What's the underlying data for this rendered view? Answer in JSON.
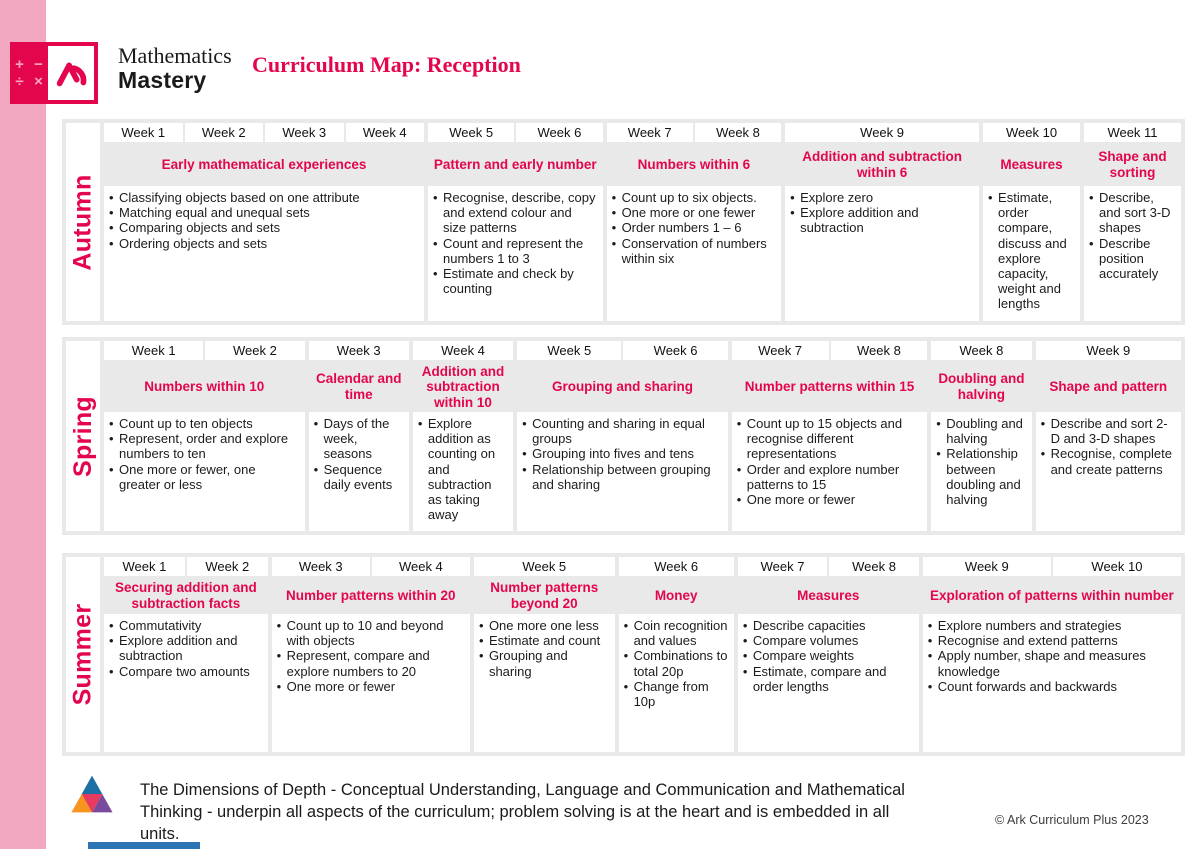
{
  "header": {
    "logo": {
      "plus": "+",
      "minus": "−",
      "divide": "÷",
      "multiply": "×",
      "mark": "mathematics-mastery-mark"
    },
    "brand_line1": "Mathematics",
    "brand_line2": "Mastery",
    "title": "Curriculum Map: Reception"
  },
  "colors": {
    "brand_crimson": "#e4064d",
    "pink_strip": "#f3a8c1",
    "section_gray": "#e9e9e9",
    "triangle_blue": "#1d6fa5",
    "triangle_orange": "#f7941e",
    "triangle_pink": "#e83a5f",
    "triangle_purple": "#7a4b9d",
    "bottom_bar_blue": "#2d74b5"
  },
  "terms": [
    {
      "name": "Autumn",
      "units": [
        {
          "weeks": [
            "Week 1",
            "Week 2",
            "Week 3",
            "Week 4"
          ],
          "title": "Early mathematical experiences",
          "bullets": [
            "Classifying objects based on one attribute",
            "Matching equal and unequal sets",
            "Comparing objects and sets",
            "Ordering objects and sets"
          ]
        },
        {
          "weeks": [
            "Week 5",
            "Week 6"
          ],
          "title": "Pattern and early number",
          "bullets": [
            "Recognise, describe, copy and extend colour and size patterns",
            "Count and represent the numbers 1 to 3",
            "Estimate and check by counting"
          ]
        },
        {
          "weeks": [
            "Week 7",
            "Week 8"
          ],
          "title": "Numbers within 6",
          "bullets": [
            "Count up to six objects.",
            "One more or one fewer",
            "Order numbers 1 – 6",
            "Conservation of numbers within six"
          ]
        },
        {
          "weeks": [
            "Week 9"
          ],
          "title": "Addition and subtraction within 6",
          "bullets": [
            "Explore zero",
            "Explore addition and subtraction"
          ]
        },
        {
          "weeks": [
            "Week 10"
          ],
          "title": "Measures",
          "bullets": [
            "Estimate, order compare, discuss and explore capacity, weight and lengths"
          ]
        },
        {
          "weeks": [
            "Week 11"
          ],
          "title": "Shape and sorting",
          "bullets": [
            "Describe, and sort 3-D shapes",
            "Describe position accurately"
          ]
        }
      ]
    },
    {
      "name": "Spring",
      "units": [
        {
          "weeks": [
            "Week 1",
            "Week 2"
          ],
          "title": "Numbers within 10",
          "bullets": [
            "Count up to ten objects",
            "Represent, order and explore numbers to ten",
            "One more or fewer, one greater or less"
          ]
        },
        {
          "weeks": [
            "Week 3"
          ],
          "title": "Calendar and time",
          "bullets": [
            "Days of the week, seasons",
            "Sequence daily events"
          ]
        },
        {
          "weeks": [
            "Week 4"
          ],
          "title": "Addition and subtraction within 10",
          "bullets": [
            "Explore addition as counting on and subtraction as taking away"
          ]
        },
        {
          "weeks": [
            "Week 5",
            "Week 6"
          ],
          "title": "Grouping and sharing",
          "bullets": [
            "Counting and sharing in equal groups",
            "Grouping into fives and tens",
            "Relationship between grouping and sharing"
          ]
        },
        {
          "weeks": [
            "Week 7",
            "Week 8"
          ],
          "title": "Number patterns within 15",
          "bullets": [
            "Count up to 15 objects and recognise different representations",
            "Order and explore number patterns to 15",
            "One more or fewer"
          ]
        },
        {
          "weeks": [
            "Week 8"
          ],
          "title": "Doubling and halving",
          "bullets": [
            "Doubling and halving",
            "Relationship between doubling and halving"
          ]
        },
        {
          "weeks": [
            "Week 9"
          ],
          "title": "Shape and pattern",
          "bullets": [
            "Describe and sort 2-D and 3-D shapes",
            "Recognise, complete and create patterns"
          ]
        }
      ]
    },
    {
      "name": "Summer",
      "units": [
        {
          "weeks": [
            "Week 1",
            "Week 2"
          ],
          "title": "Securing addition and subtraction facts",
          "bullets": [
            "Commutativity",
            "Explore addition and subtraction",
            "Compare two amounts"
          ]
        },
        {
          "weeks": [
            "Week 3",
            "Week 4"
          ],
          "title": "Number patterns within 20",
          "bullets": [
            "Count up to 10 and beyond with objects",
            "Represent, compare and explore numbers to 20",
            "One more or fewer"
          ]
        },
        {
          "weeks": [
            "Week 5"
          ],
          "title": "Number patterns beyond 20",
          "bullets": [
            "One more one less",
            "Estimate and count",
            "Grouping and sharing"
          ]
        },
        {
          "weeks": [
            "Week 6"
          ],
          "title": "Money",
          "bullets": [
            "Coin recognition and values",
            "Combinations to total 20p",
            "Change from 10p"
          ]
        },
        {
          "weeks": [
            "Week 7",
            "Week 8"
          ],
          "title": "Measures",
          "bullets": [
            "Describe capacities",
            "Compare volumes",
            "Compare weights",
            "Estimate, compare and order lengths"
          ]
        },
        {
          "weeks": [
            "Week 9",
            "Week 10"
          ],
          "title": "Exploration of patterns within number",
          "bullets": [
            "Explore numbers and strategies",
            "Recognise and extend patterns",
            "Apply number, shape and measures knowledge",
            "Count forwards and backwards"
          ]
        }
      ]
    }
  ],
  "footer": {
    "note_line1": "The Dimensions of Depth - Conceptual Understanding, Language and Communication and Mathematical",
    "note_line2": "Thinking - underpin all aspects of the curriculum; problem solving is at the heart and is embedded in all units.",
    "copyright": "© Ark Curriculum Plus 2023"
  }
}
